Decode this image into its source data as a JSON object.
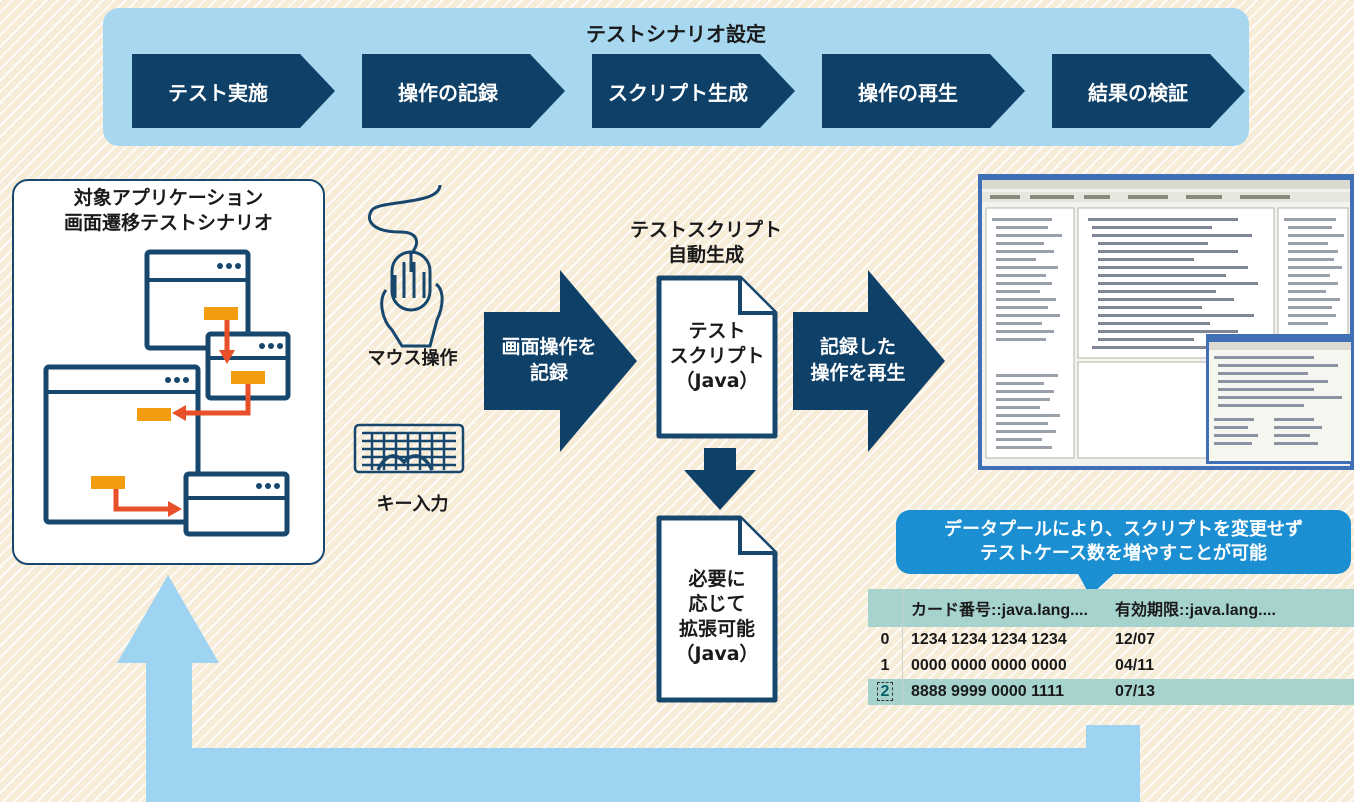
{
  "header": {
    "title": "テストシナリオ設定",
    "steps": [
      "テスト実施",
      "操作の記録",
      "スクリプト生成",
      "操作の再生",
      "結果の検証"
    ]
  },
  "left_panel": {
    "title_line1": "対象アプリケーション",
    "title_line2": "画面遷移テストシナリオ"
  },
  "inputs": {
    "mouse_label": "マウス操作",
    "key_label": "キー入力"
  },
  "record_arrow": {
    "line1": "画面操作を",
    "line2": "記録"
  },
  "script": {
    "caption_line1": "テストスクリプト",
    "caption_line2": "自動生成",
    "doc_lines": [
      "テスト",
      "スクリプト",
      "（Java）"
    ]
  },
  "extension_doc": {
    "lines": [
      "必要に",
      "応じて",
      "拡張可能",
      "（Java）"
    ]
  },
  "replay_arrow": {
    "line1": "記録した",
    "line2": "操作を再生"
  },
  "callout": {
    "line1": "データプールにより、スクリプトを変更せず",
    "line2": "テストケース数を増やすことが可能"
  },
  "datapool": {
    "headers": [
      "",
      "カード番号::java.lang....",
      "有効期限::java.lang...."
    ],
    "rows": [
      {
        "index": "0",
        "card": "1234 1234 1234 1234",
        "expiry": "12/07"
      },
      {
        "index": "1",
        "card": "0000 0000 0000 0000",
        "expiry": "04/11"
      },
      {
        "index": "2",
        "card": "8888 9999 0000 1111",
        "expiry": "07/13"
      }
    ]
  },
  "colors": {
    "navy": "#0f4068",
    "light_blue": "#a8d8f0",
    "callout_blue": "#1b8fd1",
    "orange_arrow": "#e8502a",
    "orange_bar": "#f39c12",
    "teal_row": "#a7d3cf"
  }
}
